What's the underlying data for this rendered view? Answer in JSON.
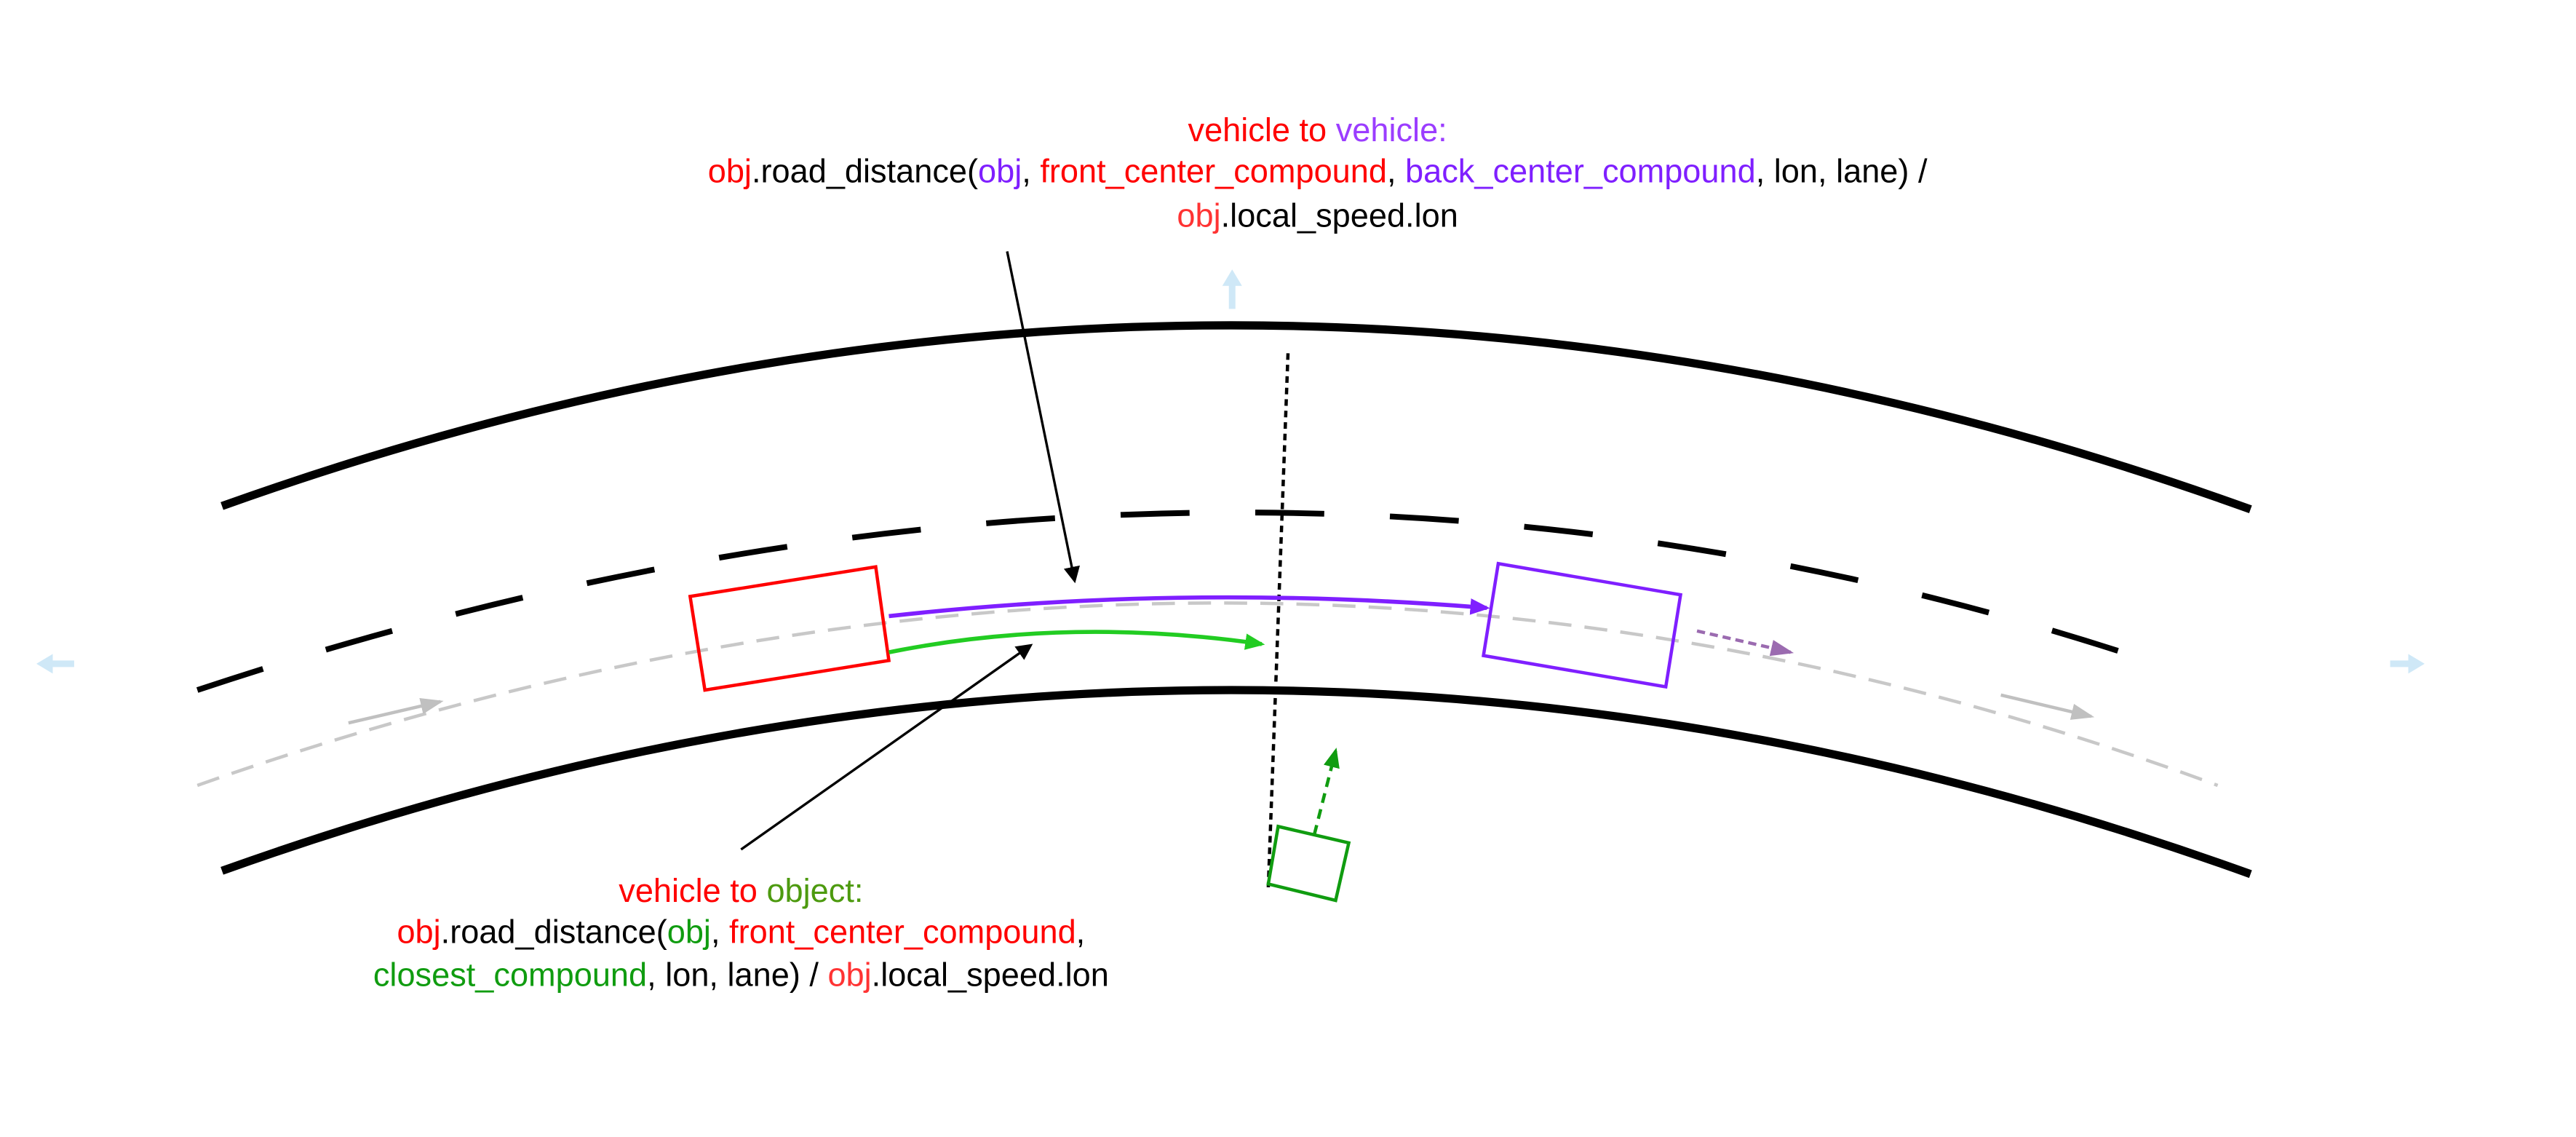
{
  "colors": {
    "red": "#ff0000",
    "purple": "#7f1fff",
    "purple_light": "#9b3dff",
    "green": "#109c10",
    "olive_green": "#4d9a0f",
    "bright_green": "#22cc22",
    "black": "#000000",
    "grey": "#c8c8c8",
    "light_blue": "#cfe8f7",
    "dotted_purple": "#9b6bb0"
  },
  "vehicle_to_vehicle": {
    "title": {
      "a": "vehicle to ",
      "b": "vehicle",
      "c": ":"
    },
    "line1": {
      "a": "obj",
      "b": ".road_distance(",
      "c": "obj",
      "d": ", ",
      "e": "front_center_compound",
      "f": ", ",
      "g": "back_center_compound",
      "h": ", lon, lane) /"
    },
    "line2": {
      "a": "obj",
      "b": ".local_speed.lon"
    }
  },
  "vehicle_to_object": {
    "title": {
      "a": "vehicle to ",
      "b": "object",
      "c": ":"
    },
    "line1": {
      "a": "obj",
      "b": ".road_distance(",
      "c": "obj",
      "d": ", ",
      "e": "front_center_compound",
      "f": ","
    },
    "line2": {
      "a": "closest_compound",
      "b": ", lon, lane) / ",
      "c": "obj",
      "d": ".local_speed.lon"
    }
  }
}
